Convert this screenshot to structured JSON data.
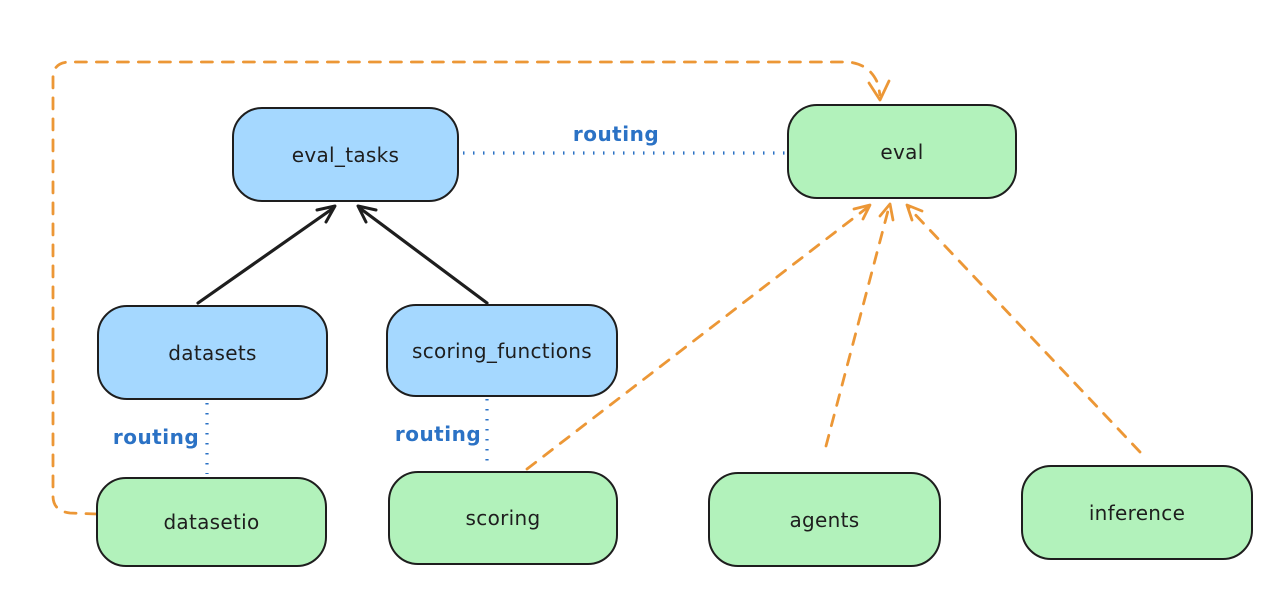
{
  "diagram": {
    "nodes": [
      {
        "id": "eval_tasks",
        "label": "eval_tasks",
        "fill": "blue"
      },
      {
        "id": "eval",
        "label": "eval",
        "fill": "green"
      },
      {
        "id": "datasets",
        "label": "datasets",
        "fill": "blue"
      },
      {
        "id": "scoring_functions",
        "label": "scoring_functions",
        "fill": "blue"
      },
      {
        "id": "datasetio",
        "label": "datasetio",
        "fill": "green"
      },
      {
        "id": "scoring",
        "label": "scoring",
        "fill": "green"
      },
      {
        "id": "agents",
        "label": "agents",
        "fill": "green"
      },
      {
        "id": "inference",
        "label": "inference",
        "fill": "green"
      }
    ],
    "edge_labels": [
      "routing",
      "routing",
      "routing"
    ],
    "edges": [
      {
        "from": "datasets",
        "to": "eval_tasks",
        "style": "solid-arrow",
        "color": "black"
      },
      {
        "from": "scoring_functions",
        "to": "eval_tasks",
        "style": "solid-arrow",
        "color": "black"
      },
      {
        "from": "eval_tasks",
        "to": "eval",
        "style": "dotted",
        "color": "blue",
        "label": "routing"
      },
      {
        "from": "datasets",
        "to": "datasetio",
        "style": "dotted",
        "color": "blue",
        "label": "routing"
      },
      {
        "from": "scoring_functions",
        "to": "scoring",
        "style": "dotted",
        "color": "blue",
        "label": "routing"
      },
      {
        "from": "datasetio",
        "to": "eval",
        "style": "dashed-arrow",
        "color": "orange"
      },
      {
        "from": "scoring",
        "to": "eval",
        "style": "dashed-arrow",
        "color": "orange"
      },
      {
        "from": "agents",
        "to": "eval",
        "style": "dashed-arrow",
        "color": "orange"
      },
      {
        "from": "inference",
        "to": "eval",
        "style": "dashed-arrow",
        "color": "orange"
      }
    ],
    "colors": {
      "background": "#ffffff",
      "node_stroke": "#1e1e1e",
      "blue_node_fill": "#a5d8ff",
      "green_node_fill": "#b2f2bb",
      "routing_blue": "#2b72c5",
      "orange": "#ec9736",
      "arrow_black": "#1e1e1e"
    }
  }
}
